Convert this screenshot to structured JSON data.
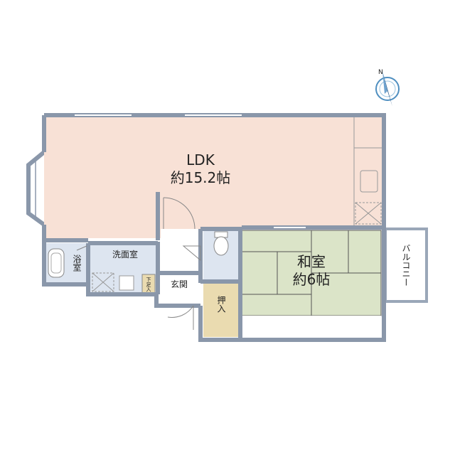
{
  "rooms": {
    "ldk": {
      "name": "LDK",
      "size": "約15.2帖"
    },
    "washitsu": {
      "name": "和室",
      "size": "約6帖"
    },
    "bath": "浴室",
    "washroom": "洗面室",
    "genkan": "玄関",
    "getabako": "下足入",
    "oshiire": "押入",
    "balcony": "バルコニー"
  },
  "compass": {
    "icon": "north-arrow-compass-icon",
    "letter": "N"
  },
  "colors": {
    "wall": "#8a97aa",
    "ldk_floor": "#f8e1d6",
    "washitsu_floor": "#dbe4c8",
    "wet_floor": "#dde5f0",
    "storage_floor": "#eadbb0",
    "compass_accent": "#4f8fc0"
  }
}
